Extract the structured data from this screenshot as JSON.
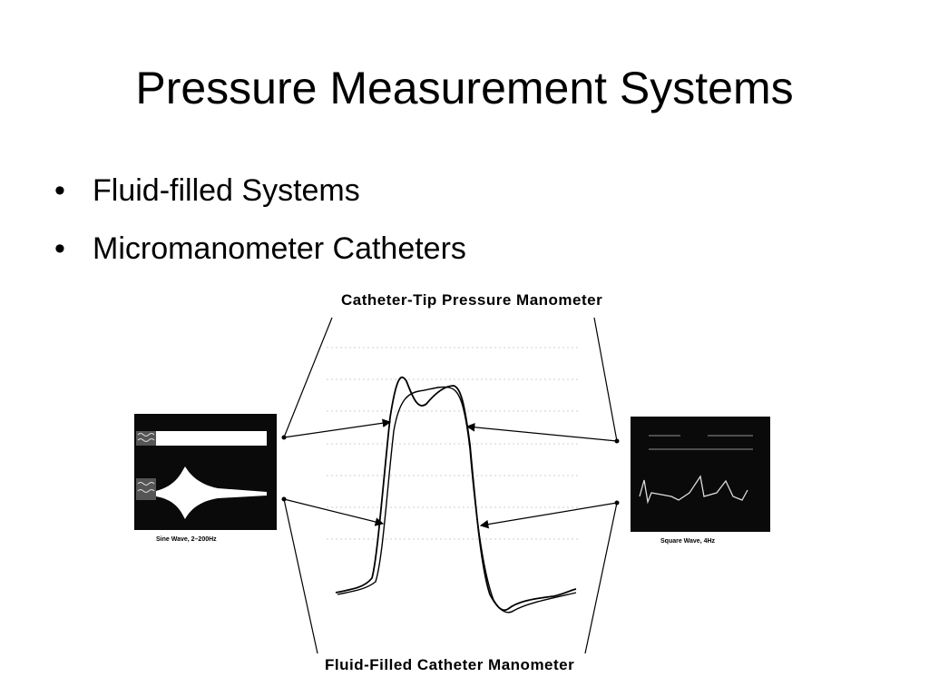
{
  "slide": {
    "title": "Pressure Measurement Systems",
    "bullets": [
      {
        "text": "Fluid-filled Systems"
      },
      {
        "text": "Micromanometer Catheters"
      }
    ]
  },
  "figure": {
    "top_label": "Catheter-Tip Pressure Manometer",
    "bottom_label": "Fluid-Filled Catheter Manometer",
    "left_caption": "Sine Wave, 2–200Hz",
    "right_caption": "Square Wave, 4Hz"
  },
  "colors": {
    "background": "#ffffff",
    "text": "#000000",
    "panel": "#0a0a0a"
  }
}
